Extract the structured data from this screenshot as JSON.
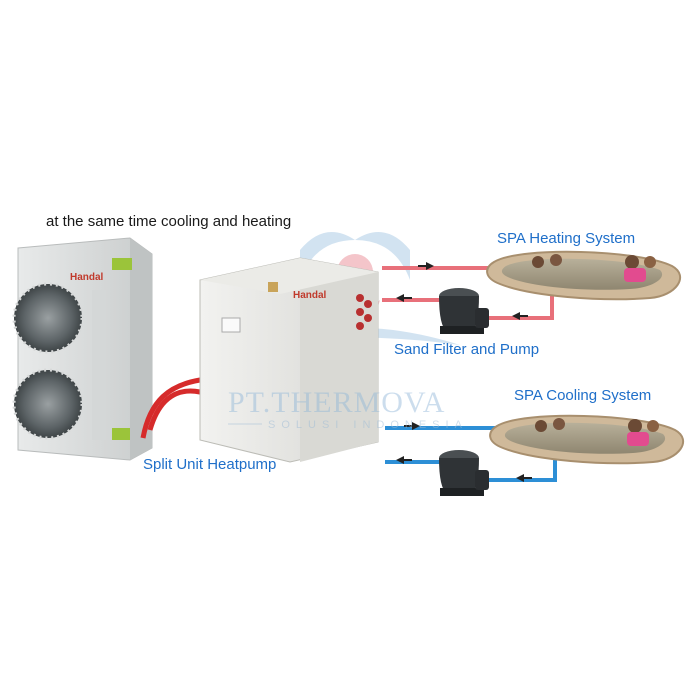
{
  "headline": "at the same time cooling and heating",
  "labels": {
    "spa_heating": "SPA Heating System",
    "sand_filter": "Sand Filter and Pump",
    "spa_cooling": "SPA Cooling System",
    "split_unit": "Split Unit Heatpump"
  },
  "brand": {
    "outdoor": "Handal",
    "indoor": "Handal"
  },
  "watermark": {
    "main": "PT.THERMOVA",
    "sub": "SOLUSI INDONESIA"
  },
  "colors": {
    "label_blue": "#1f6fc9",
    "hot_pipe": "#e8707a",
    "cold_pipe": "#2d8fd6",
    "refrigerant_pipe": "#d62b2b"
  },
  "icons": [
    "outdoor-unit-icon",
    "indoor-unit-icon",
    "sand-filter-icon",
    "spa-tub-icon",
    "flow-arrow-icon"
  ]
}
